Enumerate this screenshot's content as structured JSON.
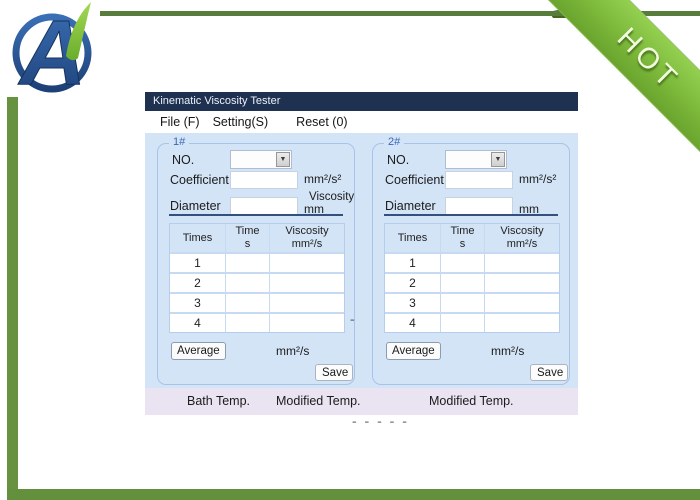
{
  "brand": {
    "logo_letter": "A"
  },
  "ribbon": {
    "label": "HOT"
  },
  "icons": {
    "dropdown_arrow": "▼"
  },
  "page": {
    "pagination_dashes": "- - - - -"
  },
  "window": {
    "title": "Kinematic Viscosity Tester",
    "menu": {
      "file": "File (F)",
      "setting": "Setting(S)",
      "reset": "Reset (0)"
    },
    "divider_dash": "-",
    "panels": [
      {
        "group_label": "1#",
        "no_label": "NO.",
        "no_value": "",
        "coefficient_label": "Coefficient",
        "coefficient_value": "",
        "coefficient_unit": "mm²/s²",
        "diameter_label": "Diameter",
        "diameter_value": "",
        "diameter_unit": "mm",
        "viscosity_label": "Viscosity",
        "table": {
          "headers": [
            {
              "line1": "Times",
              "line2": ""
            },
            {
              "line1": "Time",
              "line2": "s"
            },
            {
              "line1": "Viscosity",
              "line2": "mm²/s"
            }
          ],
          "rows": [
            {
              "times": "1",
              "time_s": "",
              "viscosity": ""
            },
            {
              "times": "2",
              "time_s": "",
              "viscosity": ""
            },
            {
              "times": "3",
              "time_s": "",
              "viscosity": ""
            },
            {
              "times": "4",
              "time_s": "",
              "viscosity": ""
            }
          ]
        },
        "average_button": "Average",
        "average_unit": "mm²/s",
        "save_button": "Save"
      },
      {
        "group_label": "2#",
        "no_label": "NO.",
        "no_value": "",
        "coefficient_label": "Coefficient",
        "coefficient_value": "",
        "coefficient_unit": "mm²/s²",
        "diameter_label": "Diameter",
        "diameter_value": "",
        "diameter_unit": "mm",
        "table": {
          "headers": [
            {
              "line1": "Times",
              "line2": ""
            },
            {
              "line1": "Time",
              "line2": "s"
            },
            {
              "line1": "Viscosity",
              "line2": "mm²/s"
            }
          ],
          "rows": [
            {
              "times": "1",
              "time_s": "",
              "viscosity": ""
            },
            {
              "times": "2",
              "time_s": "",
              "viscosity": ""
            },
            {
              "times": "3",
              "time_s": "",
              "viscosity": ""
            },
            {
              "times": "4",
              "time_s": "",
              "viscosity": ""
            }
          ]
        },
        "average_button": "Average",
        "average_unit": "mm²/s",
        "save_button": "Save"
      }
    ],
    "footer": {
      "bath_temp_label": "Bath Temp.",
      "modified_temp_label_1": "Modified Temp.",
      "modified_temp_label_2": "Modified Temp."
    }
  },
  "colors": {
    "frame_green": "#67923f",
    "ribbon_green": "#7cb83a",
    "titlebar_navy": "#1e3150",
    "panel_blue": "#d3e4f7",
    "footer_pink": "#eae3f1",
    "group_label_blue": "#3a68b5"
  }
}
